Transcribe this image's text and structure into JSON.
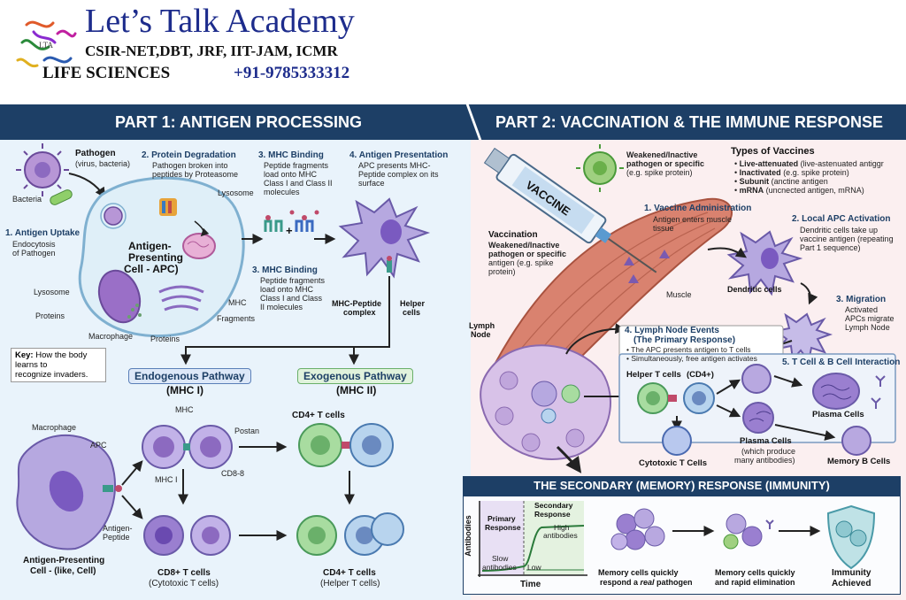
{
  "header": {
    "title": "Let’s Talk Academy",
    "subtitle": "CSIR-NET,DBT, JRF, IIT-JAM, ICMR",
    "life_sciences": "LIFE SCIENCES",
    "phone": "+91-9785333312",
    "logo_text": "LTA"
  },
  "part1": {
    "title": "PART 1: ANTIGEN PROCESSING",
    "pathogen_title": "Pathogen",
    "pathogen_sub": "(virus, bacteria)",
    "bacteria": "Bacteria",
    "step1_title": "1. Antigen Uptake",
    "step1_lines": [
      "Endocytosis",
      "of Pathogen"
    ],
    "step2_title": "2. Protein Degradation",
    "step2_lines": [
      "Pathogen broken into",
      "peptides by Proteasome"
    ],
    "step3_title": "3. MHC Binding",
    "step3_lines": [
      "Peptide fragments",
      "load onto MHC",
      "Class I and Class II",
      "molecules"
    ],
    "step3b_title": "3. MHC Binding",
    "step3b_lines": [
      "Peptide fragments",
      "load onto MHC",
      "Class I and Class",
      "II molecules"
    ],
    "step4_title": "4. Antigen Presentation",
    "step4_lines": [
      "APC presents MHC-",
      "Peptide complex on its",
      "surface"
    ],
    "lysosome_top": "Lysosome",
    "apc_lines": [
      "Antigen-",
      "Presenting",
      "Cell - APC)"
    ],
    "lysosome_left": "Lysosome",
    "proteins_left": "Proteins",
    "macrophage": "Macrophage",
    "proteins_bottom": "Proteins",
    "mhc": "MHC",
    "fragments": "Fragments",
    "mhc_peptide_lines": [
      "MHC-Peptide",
      "complex"
    ],
    "helper_lines": [
      "Helper",
      "cells"
    ],
    "plus": "+",
    "key_bold": "Key:",
    "key_lines": [
      " How the body",
      "learns to",
      "recognize invaders."
    ],
    "endogenous": "Endogenous Pathway",
    "endo_mhc": "(MHC I)",
    "exogenous": "Exogenous Pathway",
    "exo_mhc": "(MHC II)",
    "mhc_small": "MHC",
    "postan": "Postan",
    "mhc_i": "MHC I",
    "cd8_8": "CD8-8",
    "macrophage2": "Macrophage",
    "apc_small": "APC",
    "antigen_peptide_lines": [
      "Antigen-",
      "Peptide"
    ],
    "apc_bottom_lines": [
      "Antigen-Presenting",
      "Cell - (like, Cell)"
    ],
    "cd4_top": "CD4+ T cells",
    "cd8_bottom": "CD8+ T cells",
    "cd8_bottom_sub": "(Cytotoxic T cells)",
    "cd4_bottom": "CD4+ T cells",
    "cd4_bottom_sub": "(Helper T cells)"
  },
  "part2": {
    "title": "PART 2: VACCINATION & THE IMMUNE RESPONSE",
    "syringe_label": "VACCINE",
    "weakened_lines": [
      "Weakened/Inactive",
      "pathogen or specific",
      "(e.g. spike protein)"
    ],
    "types_title": "Types of Vaccines",
    "types": [
      {
        "bold": "Live-attenuated",
        "rest": " (live-astenuated antiggr"
      },
      {
        "bold": "Inactivated",
        "rest": " (e.g. spike protein)"
      },
      {
        "bold": "Subunit",
        "rest": " (anctine antigen"
      },
      {
        "bold": "mRNA",
        "rest": " (uncnected antigen, mRNA)"
      }
    ],
    "step1_title": "1. Vaccine Administration",
    "step1_lines": [
      "Antigen enters muscle",
      "tissue"
    ],
    "step2_title": "2. Local APC Activation",
    "step2_lines": [
      "Dendritic cells take up",
      "vaccine antigen (repeating",
      "Part 1 sequence)"
    ],
    "vaccination_title": "Vaccination",
    "vaccination_lines": [
      "Weakened/Inactive",
      "pathogen or specific",
      "antigen (e.g. spike",
      "protein)"
    ],
    "muscle": "Muscle",
    "dendritic": "Dendritic cells",
    "step3_title": "3. Migration",
    "step3_lines": [
      "Activated",
      "APCs migrate",
      "Lymph Node"
    ],
    "lymph_lines": [
      "Lymph",
      "Node"
    ],
    "step4_title": "4. Lymph Node Events",
    "step4_sub": "(The Primary Response)",
    "step4_lines": [
      "• The APC presents antigen to T cells",
      "• Simultaneously, free antigen activates"
    ],
    "step5_title": "5. T Cell & B Cell Interaction",
    "helper_t": "Helper T cells",
    "cd4": "(CD4+)",
    "plasma_right": "Plasma Cells",
    "plasma_center": "Plasma Cells",
    "plasma_sub": [
      "(which produce",
      "many antibodies)"
    ],
    "cytotoxic": "Cytotoxic T Cells",
    "memory_b": "Memory B Cells"
  },
  "secondary": {
    "title": "THE SECONDARY (MEMORY) RESPONSE (IMMUNITY)",
    "primary_lines": [
      "Primary",
      "Response"
    ],
    "secondary_lines": [
      "Secondary",
      "Response"
    ],
    "high_lines": [
      "High",
      "antibodies"
    ],
    "slow_lines": [
      "Slow",
      "antibodies"
    ],
    "low": "Low",
    "ylabel": "Antibodies",
    "xlabel": "Time",
    "memory1_lines": [
      "Memory cells quickly",
      "respond a "
    ],
    "memory1_italic": "real",
    "memory1_end": " pathogen",
    "memory2_lines": [
      "Memory cells quickly",
      "and rapid elimination"
    ],
    "immunity_lines": [
      "Immunity",
      "Achieved"
    ]
  },
  "colors": {
    "banner": "#1d3f66",
    "title_blue": "#1d2c8c",
    "left_bg": "#e9f3fb",
    "right_bg": "#fbeff0",
    "cell_purple": "#8c78c4",
    "cell_green": "#8fd08a",
    "cell_blue": "#8fb6e0",
    "muscle": "#d9826f"
  }
}
